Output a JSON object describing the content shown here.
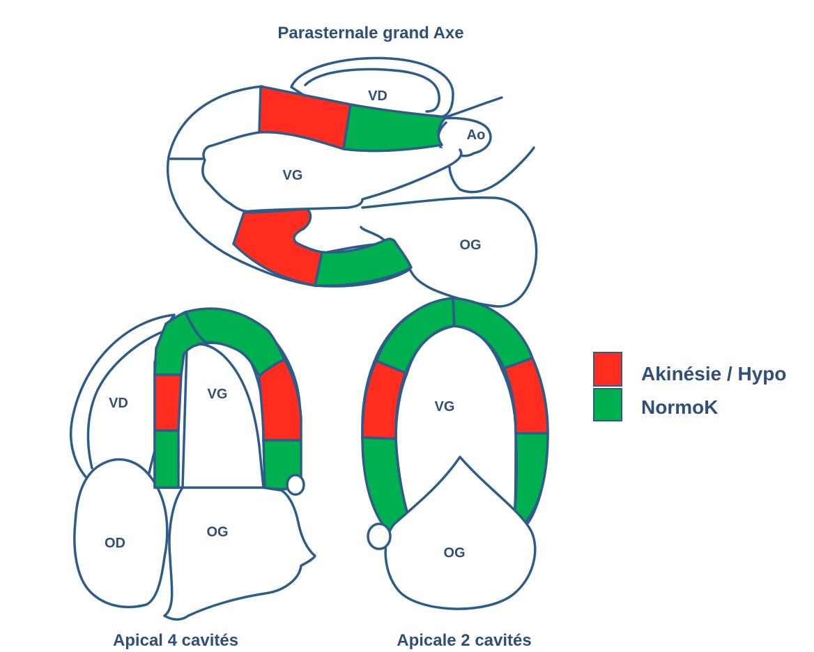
{
  "colors": {
    "akinesia": "#ff2d20",
    "normok": "#00b050",
    "outline": "#2d5c8a",
    "text": "#2f4f78"
  },
  "parasternal": {
    "title": "Parasternale grand Axe",
    "labels": {
      "vd": "VD",
      "ao": "Ao",
      "vg": "VG",
      "og": "OG"
    }
  },
  "apical4": {
    "title": "Apical 4 cavités",
    "labels": {
      "vd": "VD",
      "vg": "VG",
      "od": "OD",
      "og": "OG"
    }
  },
  "apical2": {
    "title": "Apicale 2 cavités",
    "labels": {
      "vg": "VG",
      "og": "OG"
    }
  },
  "legend": {
    "items": [
      {
        "label": "Akinésie / Hypo",
        "color": "#ff2d20"
      },
      {
        "label": "NormoK",
        "color": "#00b050"
      }
    ]
  }
}
